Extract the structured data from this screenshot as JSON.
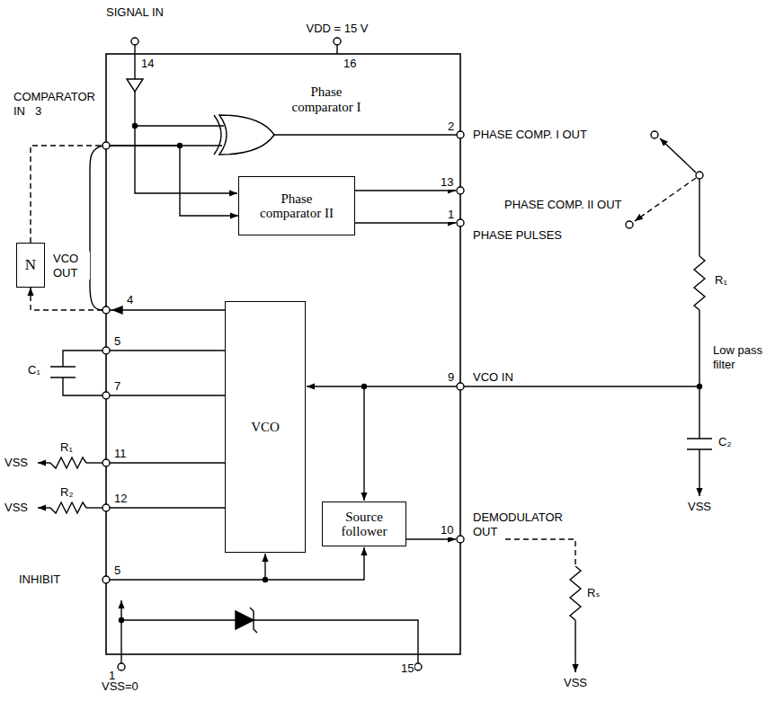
{
  "diagram": {
    "nodes": [
      {
        "text": [
          "N"
        ]
      },
      {
        "text": [
          "Phase comparator II"
        ]
      },
      {
        "text": [
          "VCO"
        ]
      },
      {
        "text": [
          "Source follower"
        ]
      }
    ],
    "edges": [
      {
        "from": 2,
        "to": 0,
        "arrow": "to"
      },
      {
        "from": 0,
        "to": 1,
        "arrow": "to"
      }
    ],
    "labels": [
      "SIGNAL IN",
      "14",
      "VDD = 15 V",
      "16",
      "Phase comparator I",
      "COMPARATOR IN",
      "3",
      "2",
      "PHASE COMP. I OUT",
      "13",
      "PHASE COMP. II OUT",
      "1",
      "PHASE PULSES",
      "VCO OUT",
      "4",
      "5",
      "7",
      "C₁",
      "9",
      "VCO IN",
      "11",
      "12",
      "R₁",
      "R₂",
      "VSS",
      "VSS",
      "INHIBIT",
      "5",
      "DEMODULATOR OUT",
      "10",
      "Rₛ",
      "VSS",
      "R₁",
      "Low pass filter",
      "C₂",
      "VSS",
      "1",
      "15",
      "VSS=0"
    ]
  }
}
